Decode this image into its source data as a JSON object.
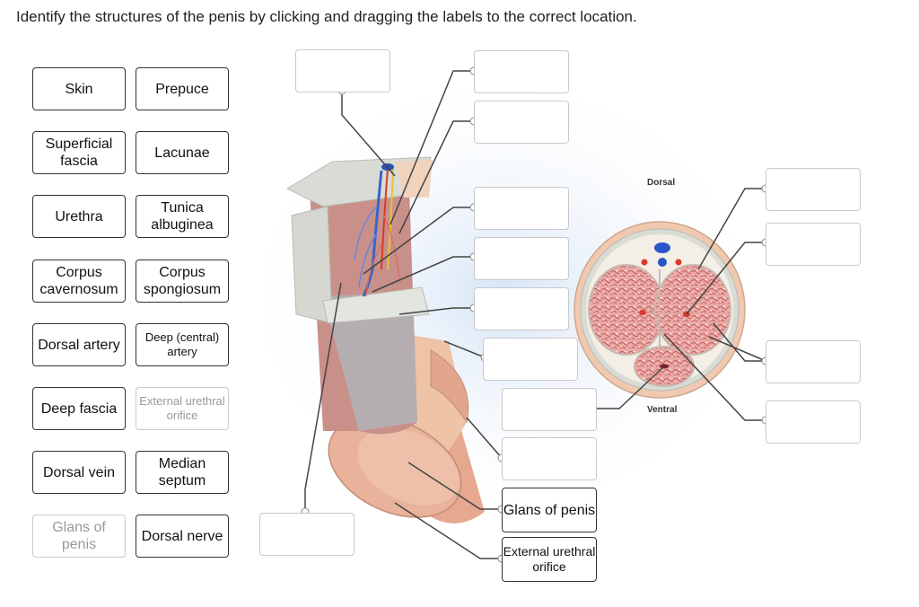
{
  "instruction": "Identify the structures of the penis by clicking and dragging the labels to the correct location.",
  "label_bank": [
    {
      "text": "Skin",
      "used": false
    },
    {
      "text": "Prepuce",
      "used": false
    },
    {
      "text": "Superficial fascia",
      "used": false
    },
    {
      "text": "Lacunae",
      "used": false
    },
    {
      "text": "Urethra",
      "used": false
    },
    {
      "text": "Tunica albuginea",
      "used": false
    },
    {
      "text": "Corpus cavernosum",
      "used": false
    },
    {
      "text": "Corpus spongiosum",
      "used": false
    },
    {
      "text": "Dorsal artery",
      "used": false
    },
    {
      "text": "Deep (central) artery",
      "used": false
    },
    {
      "text": "Deep fascia",
      "used": false
    },
    {
      "text": "External urethral orifice",
      "used": true
    },
    {
      "text": "Dorsal vein",
      "used": false
    },
    {
      "text": "Median septum",
      "used": false
    },
    {
      "text": "Glans of penis",
      "used": true
    },
    {
      "text": "Dorsal nerve",
      "used": false
    }
  ],
  "drop_targets": [
    {
      "text": ""
    },
    {
      "text": ""
    },
    {
      "text": ""
    },
    {
      "text": ""
    },
    {
      "text": ""
    },
    {
      "text": ""
    },
    {
      "text": ""
    },
    {
      "text": ""
    },
    {
      "text": ""
    },
    {
      "text": ""
    },
    {
      "text": "Glans of penis"
    },
    {
      "text": "External urethral orifice"
    },
    {
      "text": ""
    },
    {
      "text": ""
    },
    {
      "text": ""
    },
    {
      "text": ""
    }
  ],
  "figure": {
    "cross_section_top": "Dorsal",
    "cross_section_bottom": "Ventral"
  },
  "colors": {
    "chip_border": "#333333",
    "empty_border": "#c9c9c9",
    "skin": "#e9b99c",
    "corpus": "#d98b86",
    "fascia": "#d9dcd5",
    "vein": "#3a65c8",
    "artery": "#d83a2a"
  }
}
